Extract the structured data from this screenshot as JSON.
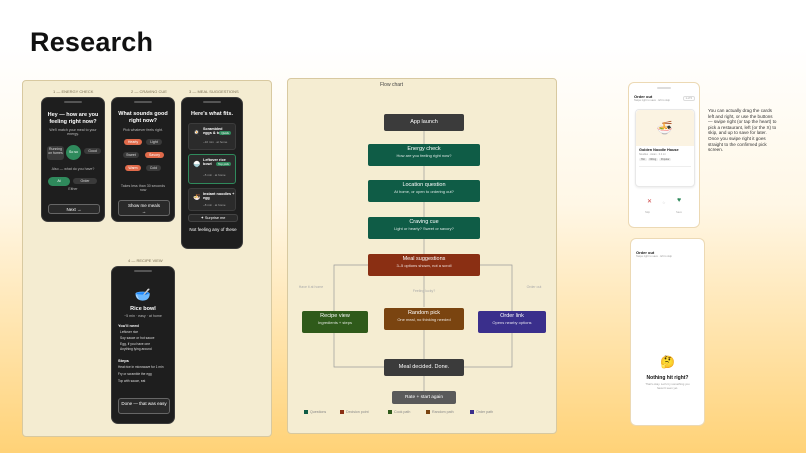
{
  "page_title": "Research",
  "phases": {
    "p1": "1 — ENERGY CHECK",
    "p2": "2 — CRAVING CUE",
    "p3": "3 — MEAL SUGGESTIONS",
    "p4": "4 — RECIPE VIEW"
  },
  "screen1": {
    "heading": "Hey — how are you feeling right now?",
    "sub": "We'll match your meal to your energy.",
    "opt_running": "Running on fumes",
    "opt_so": "So so",
    "opt_good": "Good",
    "question2": "Also — what do you have?",
    "opt_at": "At",
    "opt_order": "Order",
    "opt_either": "Either",
    "next": "Next →"
  },
  "screen2": {
    "heading": "What sounds good right now?",
    "sub": "Pick whatever feels right.",
    "opt_hearty": "Hearty",
    "opt_light": "Light",
    "opt_sweet": "Sweet",
    "opt_savory": "Savory",
    "opt_warm": "Warm",
    "opt_cold": "Cold",
    "note": "Takes less than 30 seconds now",
    "button": "Show me meals →"
  },
  "screen3": {
    "heading": "Here's what fits.",
    "card1_title": "Scrambled eggs & toast",
    "card1_sub": "~10 min · at home",
    "card1_badge": "Quick",
    "card2_title": "Leftover rice bowl",
    "card2_sub": "~5 min · at home",
    "card2_badge": "Top pick",
    "card3_title": "Instant noodles + egg",
    "card3_sub": "~8 min · at home",
    "surprise": "✦ Surprise me",
    "not_feeling": "Not feeling any of these"
  },
  "screen4": {
    "heading": "Rice bowl",
    "sub": "~5 min · easy · at home",
    "need": "You'll need",
    "items": [
      "Leftover rice",
      "Soy sauce or hot sauce",
      "Egg, if you have one",
      "Anything lying around"
    ],
    "steps_label": "Steps",
    "steps": [
      "Heat rice in microwave for 1 min",
      "Fry or scramble the egg",
      "Top with sauce, eat"
    ],
    "done": "Done — that was easy"
  },
  "flow": {
    "title": "Flow chart",
    "app_launch": "App launch",
    "energy_check": "Energy check",
    "energy_sub": "How are you feeling right now?",
    "location": "Location question",
    "location_sub": "At home, or open to ordering out?",
    "craving": "Craving cue",
    "craving_sub": "Light or hearty? Sweet or savory?",
    "meal_suggestions": "Meal suggestions",
    "meal_sub": "3–5 options shown, not a scroll",
    "recipe": "Recipe view",
    "recipe_sub": "Ingredients + steps",
    "random": "Random pick",
    "random_sub": "One meal, no thinking needed",
    "order": "Order link",
    "order_sub": "Opens nearby options",
    "decided": "Meal decided. Done.",
    "rate": "Rate + start again",
    "lbl_left": "Have it at home",
    "lbl_mid": "Feeling lucky?",
    "lbl_right": "Order out",
    "legend": [
      "Questions",
      "Decision point",
      "Cook path",
      "Random path",
      "Order path"
    ]
  },
  "mock1": {
    "title": "Order out",
    "sub": "Swipe right to save · left to skip",
    "tag": "1 of 5",
    "restaurant": "Golden Noodle House",
    "meta": "Noodles · Asian · 0.4 mi",
    "chips": [
      "Hot",
      "Filling",
      "Popular"
    ],
    "skip": "Skip",
    "save": "Save"
  },
  "mock2": {
    "title": "Order out",
    "sub": "Swipe right to save · left to skip",
    "heading": "Nothing hit right?",
    "body": "That's okay. Let's try something you haven't seen yet.",
    "emoji": "🤔"
  },
  "annotation": "You can actually drag the cards left and right, or use the buttons — swipe right (or tap the heart) to pick a restaurant, left (or the X) to skip, and up to save for later. Once you swipe right it goes straight to the confirmed pick screen.",
  "colors": {
    "green": "#0f5c46",
    "red": "#8a2f13",
    "olive": "#2f5a1a",
    "brown": "#7a4410",
    "purple": "#3a2f8c"
  }
}
